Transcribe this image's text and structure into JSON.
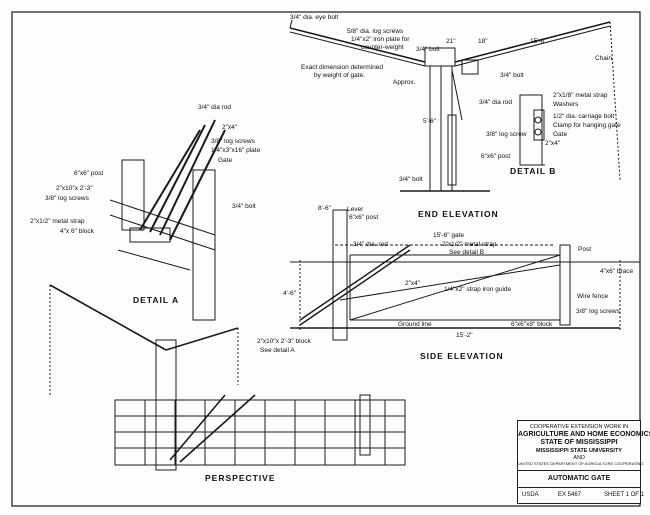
{
  "views": {
    "detail_a": "DETAIL A",
    "detail_b": "DETAIL B",
    "end_elevation": "END ELEVATION",
    "side_elevation": "SIDE  ELEVATION",
    "perspective": "PERSPECTIVE"
  },
  "labels": {
    "eye_bolt": "3/4\" dia. eye bolt",
    "log_screws_top": "5/8\" dia. log screws",
    "iron_plate": "1/4\"x2\" iron plate for",
    "counter_weight": "counter-weight",
    "exact_dim": "Exact dimension determined",
    "by_weight": "by weight of gate.",
    "approx": "Approx.",
    "bolt1": "3/4\" bolt",
    "dim_21": "21\"",
    "dim_18": "18\"",
    "bolt2": "3/4\" bolt",
    "dim_15_6_b": "15'-6\"",
    "chain": "Chain",
    "rod_b": "3/4\" dia rod",
    "metal_strap_b": "2\"x1/8\" metal strap",
    "washers": "Washers",
    "carriage_bolt": "1/2\" dia. carriage bolt",
    "clamp": "Clamp for hanging gate",
    "gate_b": "Gate",
    "log_screw_b": "3/8\" log screw",
    "size_2x4_b": "2\"x4\"",
    "post_6x6_b": "6\"x6\" post",
    "bolt_b": "3/4\" bolt",
    "rod_a": "3/4\" dia rod",
    "size_2x4_a": "2\"x4\"",
    "log_screws_a": "3/8\" log screws",
    "plate_a": "1/4\"x3\"x16\" plate",
    "gate_a": "Gate",
    "post_6x6_a": "6\"x6\" post",
    "block_a": "2\"x10\"x 2'-3\"",
    "log_screws_a2": "3/8\" log screws",
    "bolt_a": "3/4\" bolt",
    "metal_strap_a": "2\"x1/2\" metal strap",
    "block_4x6": "4\"x 6\" block",
    "lever": "Lever",
    "post_6x6_s": "6\"x6\" post",
    "rod_s": "3/4\" dia. rod",
    "gate_s": "15'-6\" gate",
    "metal_strap_s": "2\"x1/2\" metal strap",
    "see_detail_b": "See detail B",
    "post_s": "Post",
    "brace": "4\"x6\" brace",
    "size_2x4_s": "2\"x4\"",
    "iron_guide": "1/4\"x2\" strap iron guide",
    "wire_fence": "Wire fence",
    "log_screws_s": "3/8\" log screws",
    "ground_line": "Ground line",
    "block_6x6": "6\"x6\"x8\" block",
    "dim_15_2": "15'-2\"",
    "block_s": "2\"x10\"x 2'-3\" block",
    "see_detail_a": "See detail A",
    "dim_5_6": "5'-6\"",
    "dim_4_6": "4'-6\"",
    "dim_8_6": "8'-6\""
  },
  "title_block": {
    "line1": "COOPERATIVE EXTENSION WORK IN",
    "line2": "AGRICULTURE AND HOME ECONOMICS",
    "line3": "STATE OF MISSISSIPPI",
    "line4": "MISSISSIPPI STATE UNIVERSITY",
    "line5": "AND",
    "line6": "UNITED STATES DEPARTMENT OF AGRICULTURE COOPERATING",
    "drawing_title": "AUTOMATIC GATE",
    "agency": "USDA",
    "ex_no": "EX 5467",
    "sheet": "SHEET 1 OF 1"
  }
}
